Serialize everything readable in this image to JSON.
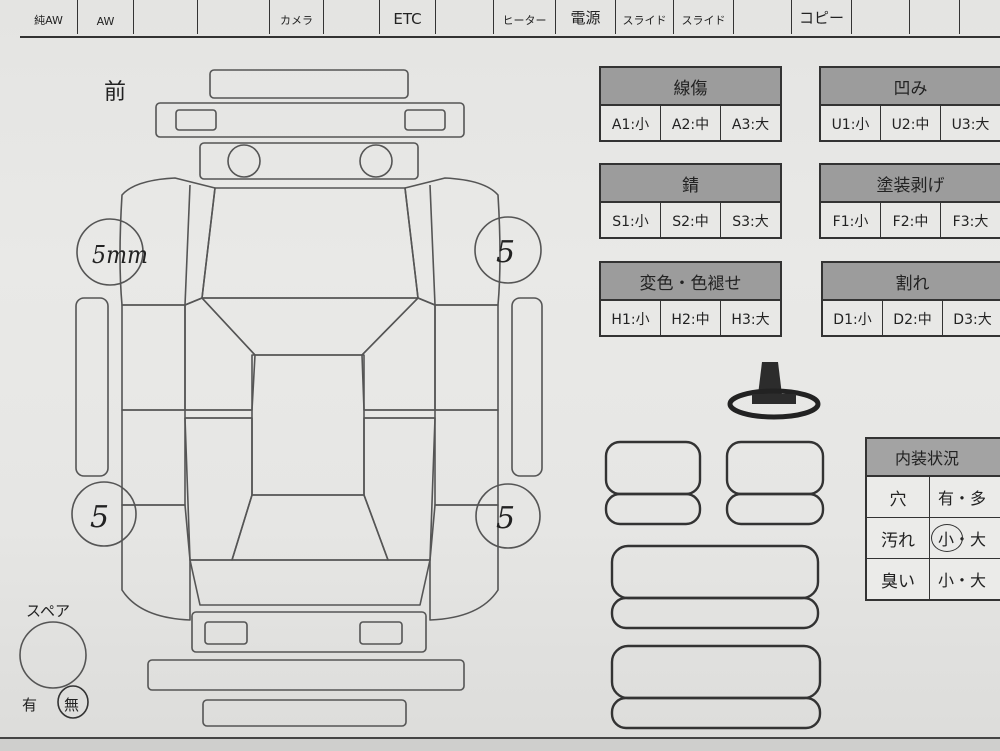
{
  "top_strip": {
    "cells": [
      "純AW",
      "AW",
      "",
      "",
      "カメラ",
      "",
      "ETC",
      "",
      "ヒーター",
      "電源",
      "スライド",
      "スライド",
      "",
      "コピー",
      "",
      ""
    ]
  },
  "diagram": {
    "front_label": "前",
    "spare_label": "スペア",
    "spare_yes": "有",
    "spare_no": "無",
    "tire_front_left": "5mm",
    "tire_front_right": "5",
    "tire_rear_left": "5",
    "tire_rear_right": "5"
  },
  "legends": [
    {
      "title": "線傷",
      "items": [
        "A1:小",
        "A2:中",
        "A3:大"
      ]
    },
    {
      "title": "凹み",
      "items": [
        "U1:小",
        "U2:中",
        "U3:大"
      ]
    },
    {
      "title": "錆",
      "items": [
        "S1:小",
        "S2:中",
        "S3:大"
      ]
    },
    {
      "title": "塗装剥げ",
      "items": [
        "F1:小",
        "F2:中",
        "F3:大"
      ]
    },
    {
      "title": "変色・色褪せ",
      "items": [
        "H1:小",
        "H2:中",
        "H3:大"
      ]
    },
    {
      "title": "割れ",
      "items": [
        "D1:小",
        "D2:中",
        "D3:大"
      ]
    }
  ],
  "interior": {
    "title": "内装状況",
    "rows": [
      {
        "label": "穴",
        "value": "有・多"
      },
      {
        "label": "汚れ",
        "value": "小・大"
      },
      {
        "label": "臭い",
        "value": "小・大"
      }
    ]
  }
}
